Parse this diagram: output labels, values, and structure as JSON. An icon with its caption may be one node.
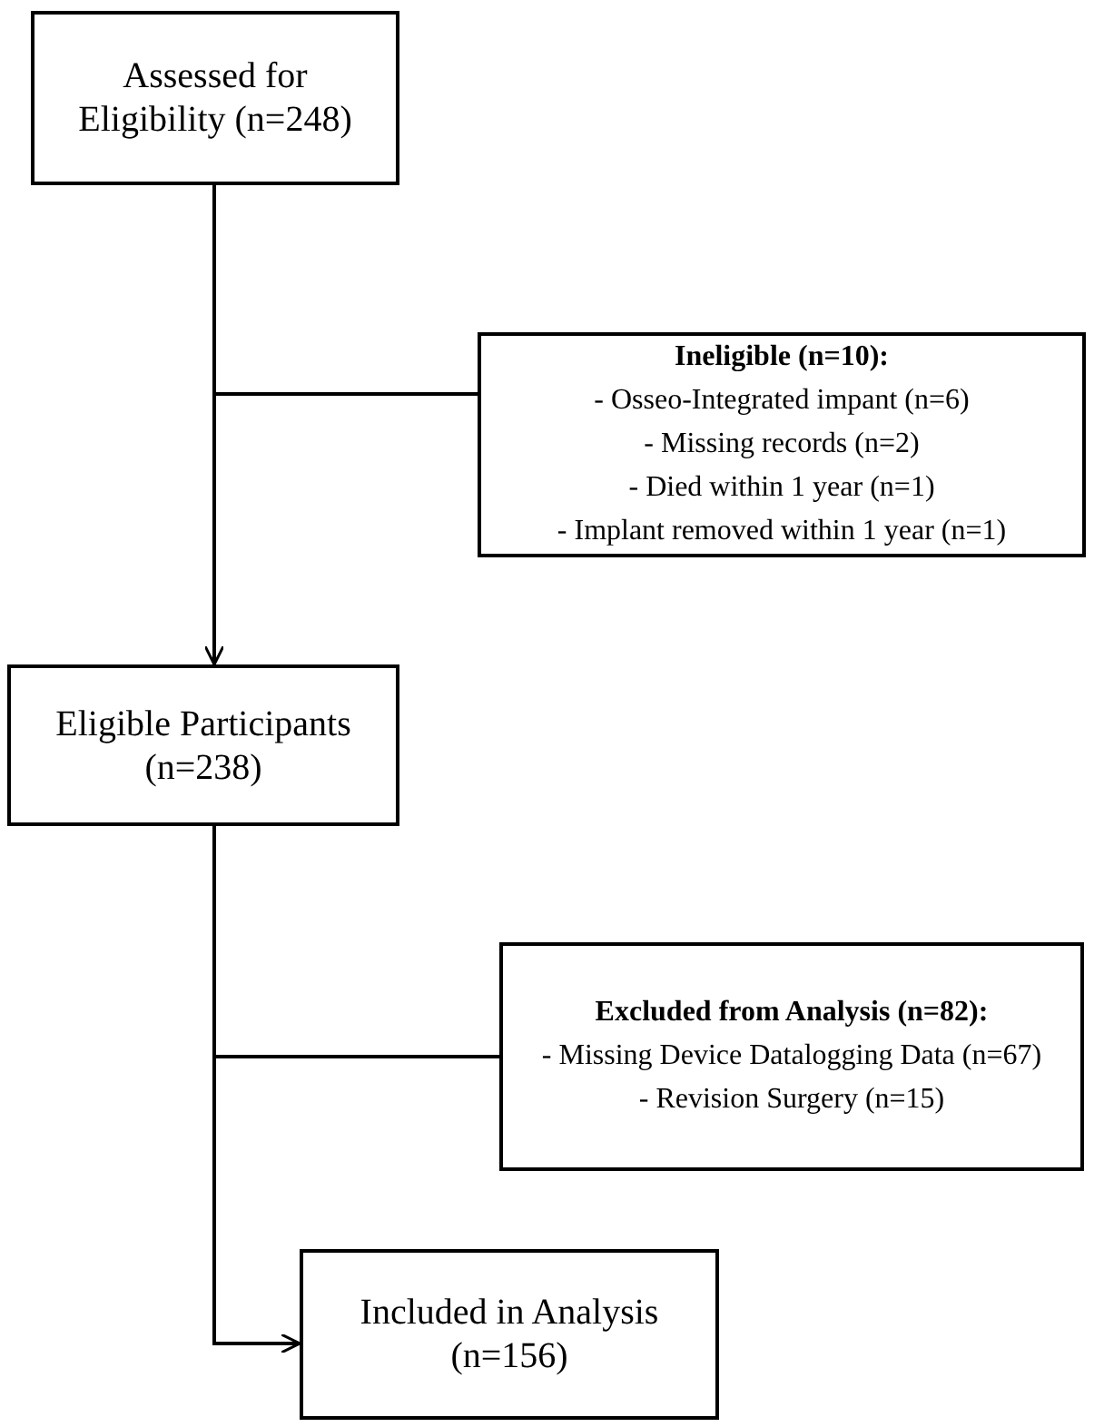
{
  "diagram": {
    "nodes": [
      {
        "text": [
          "Assessed for Eligibility (n=248)"
        ]
      },
      {
        "text": [
          "Ineligible (n=10):",
          "- Osseo-Integrated impant (n=6)",
          "- Missing records (n=2)",
          "- Died within 1 year (n=1)",
          "- Implant removed within 1 year (n=1)"
        ]
      },
      {
        "text": [
          "Eligible Participants (n=238)"
        ]
      },
      {
        "text": [
          "Excluded from Analysis (n=82):",
          "- Missing Device Datalogging Data (n=67)",
          "- Revision Surgery (n=15)"
        ]
      },
      {
        "text": [
          "Included in Analysis (n=156)"
        ]
      }
    ],
    "edges": [
      {
        "from": 0,
        "to": 2,
        "arrow": "to"
      },
      {
        "from": 0,
        "to": 1,
        "arrow": "none"
      },
      {
        "from": 2,
        "to": 4,
        "arrow": "to"
      },
      {
        "from": 2,
        "to": 3,
        "arrow": "none"
      }
    ]
  }
}
